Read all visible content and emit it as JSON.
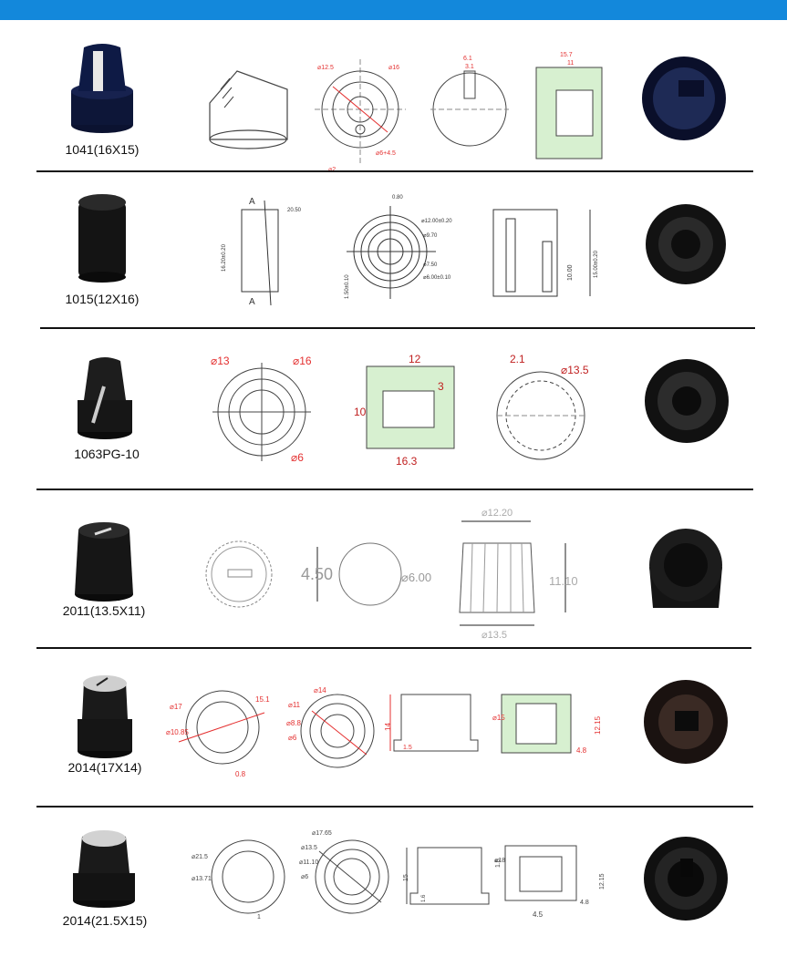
{
  "header": {
    "accent": "#1388db"
  },
  "colors": {
    "dim_red": "#e43030",
    "hatch_green": "#7cc47c",
    "line": "#333333"
  },
  "products": [
    {
      "model": "1041(16X15)",
      "dims": [
        "⌀12.5",
        "⌀16",
        "⌀6+4.5",
        "⌀2",
        "6.1",
        "3.1",
        "15.7",
        "11"
      ]
    },
    {
      "model": "1015(12X16)",
      "dims": [
        "A",
        "A",
        "20.50",
        "0.80",
        "⌀12.00±0.20",
        "⌀9.70",
        "⌀7.50",
        "⌀6.00±0.10",
        "1.50±0.10",
        "15.00±0.20",
        "10.00",
        "16.20±0.20"
      ]
    },
    {
      "model": "1063PG-10",
      "dims": [
        "⌀13",
        "⌀16",
        "⌀6",
        "12",
        "3",
        "10",
        "16.3",
        "2.1",
        "⌀13.5"
      ]
    },
    {
      "model": "2011(13.5X11)",
      "dims": [
        "4.50",
        "⌀6.00",
        "⌀12.20",
        "11.10",
        "⌀13.5"
      ]
    },
    {
      "model": "2014(17X14)",
      "dims": [
        "⌀17",
        "⌀10.85",
        "15.1",
        "0.8",
        "⌀14",
        "⌀11",
        "⌀8.8",
        "⌀6",
        "14",
        "1.5",
        "⌀15",
        "12.15",
        "4.8"
      ]
    },
    {
      "model": "2014(21.5X15)",
      "dims": [
        "⌀21.5",
        "⌀13.71",
        "1",
        "⌀17.65",
        "⌀13.5",
        "⌀11.10",
        "⌀6",
        "15",
        "1.6",
        "⌀18",
        "12.15",
        "4.8",
        "4.5"
      ]
    }
  ]
}
